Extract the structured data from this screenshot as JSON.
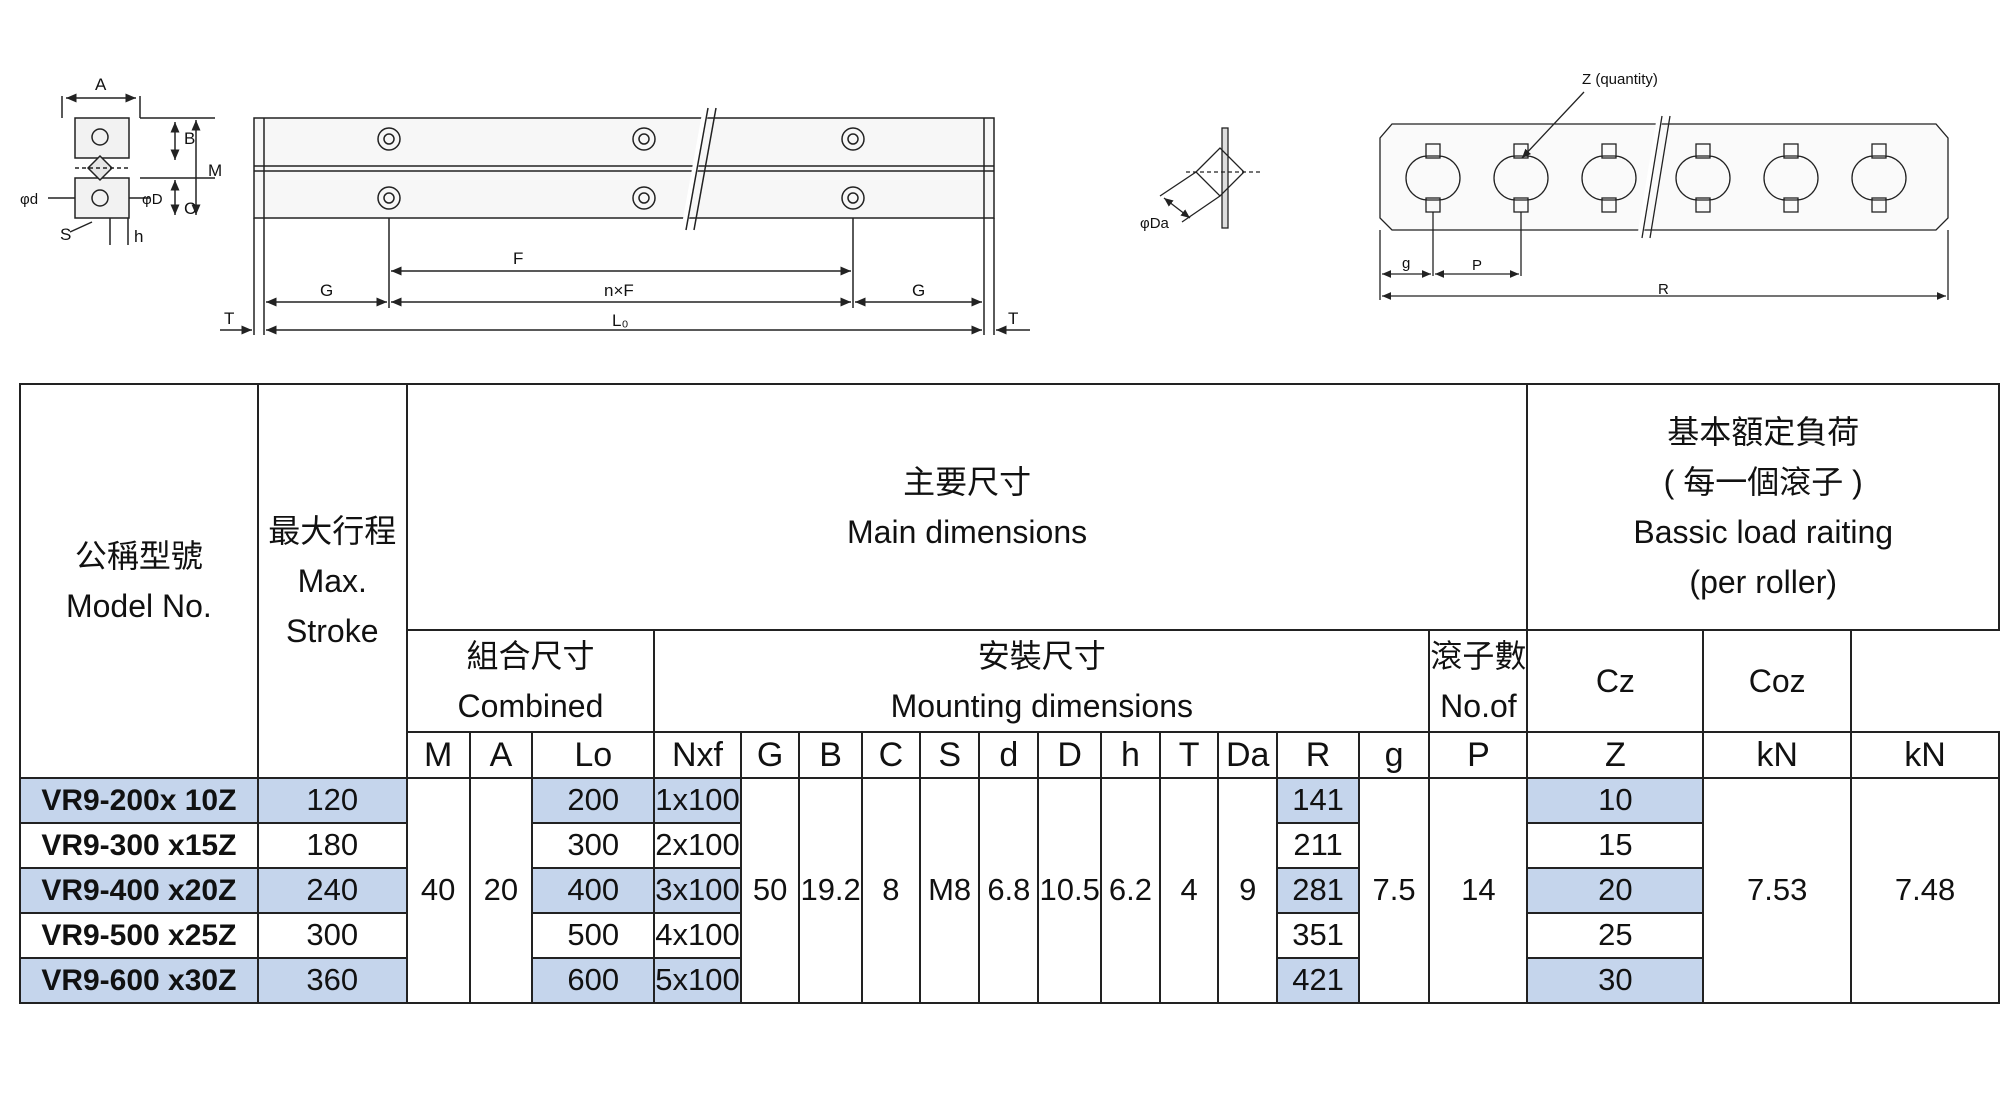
{
  "drawing": {
    "side_view_labels": [
      "A",
      "B",
      "M",
      "C",
      "φd",
      "φD",
      "S",
      "h"
    ],
    "rail_view_labels": [
      "F",
      "G",
      "n×F",
      "G",
      "T",
      "L₀",
      "T"
    ],
    "roller_view_label": "φDa",
    "cage_view_labels": [
      "Z (quantity)",
      "g",
      "P",
      "R"
    ]
  },
  "table": {
    "model_header": {
      "zh": "公稱型號",
      "en": "Model No."
    },
    "stroke_header": {
      "zh": "最大行程",
      "en_1": "Max.",
      "en_2": "Stroke"
    },
    "main_header": {
      "zh": "主要尺寸",
      "en": "Main dimensions"
    },
    "load_header": {
      "zh_1": "基本額定負荷",
      "zh_2": "( 每一個滾子 )",
      "en_1": "Bassic load raiting",
      "en_2": "(per roller)"
    },
    "combined_header": {
      "zh": "組合尺寸",
      "en": "Combined"
    },
    "mounting_header": {
      "zh": "安裝尺寸",
      "en": "Mounting dimensions"
    },
    "rollers_header": {
      "zh": "滾子數",
      "en": "No.of"
    },
    "cz_header": "Cz",
    "coz_header": "Coz",
    "cols": {
      "M": "M",
      "A": "A",
      "Lo": "Lo",
      "Nxf": "Nxf",
      "G": "G",
      "B": "B",
      "C": "C",
      "S": "S",
      "d": "d",
      "D": "D",
      "h": "h",
      "T": "T",
      "Da": "Da",
      "R": "R",
      "g": "g",
      "P": "P",
      "Z": "Z",
      "kN_cz": "kN",
      "kN_coz": "kN"
    },
    "shared": {
      "M": "40",
      "A": "20",
      "G": "50",
      "B": "19.2",
      "C": "8",
      "S": "M8",
      "d": "6.8",
      "D": "10.5",
      "h": "6.2",
      "T": "4",
      "Da": "9",
      "g": "7.5",
      "P": "14",
      "Cz": "7.53",
      "Coz": "7.48"
    },
    "rows": [
      {
        "model": "VR9-200x 10Z",
        "stroke": "120",
        "lo": "200",
        "nxf": "1x100",
        "r": "141",
        "z": "10"
      },
      {
        "model": "VR9-300 x15Z",
        "stroke": "180",
        "lo": "300",
        "nxf": "2x100",
        "r": "211",
        "z": "15"
      },
      {
        "model": "VR9-400 x20Z",
        "stroke": "240",
        "lo": "400",
        "nxf": "3x100",
        "r": "281",
        "z": "20"
      },
      {
        "model": "VR9-500 x25Z",
        "stroke": "300",
        "lo": "500",
        "nxf": "4x100",
        "r": "351",
        "z": "25"
      },
      {
        "model": "VR9-600 x30Z",
        "stroke": "360",
        "lo": "600",
        "nxf": "5x100",
        "r": "421",
        "z": "30"
      }
    ]
  }
}
